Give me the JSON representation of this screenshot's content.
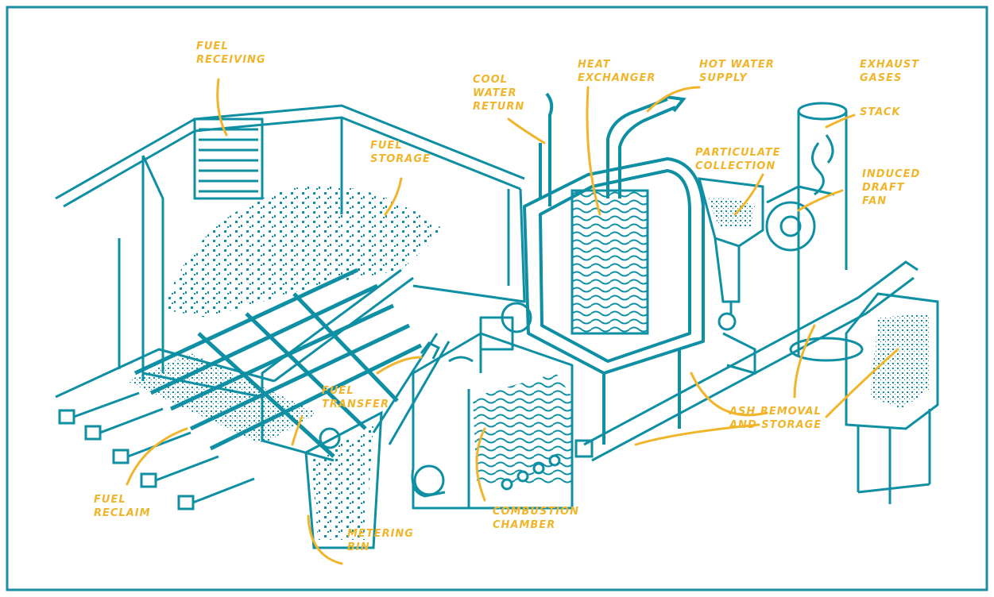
{
  "colors": {
    "line": "#0e8fa3",
    "label": "#f0b52a",
    "frame": "#1a8ea3",
    "background": "#ffffff"
  },
  "labels": {
    "fuel_receiving": [
      "FUEL",
      "RECEIVING"
    ],
    "fuel_storage": [
      "FUEL",
      "STORAGE"
    ],
    "cool_water_return": [
      "COOL",
      "WATER",
      "RETURN"
    ],
    "heat_exchanger": [
      "HEAT",
      "EXCHANGER"
    ],
    "hot_water_supply": [
      "HOT WATER",
      "SUPPLY"
    ],
    "exhaust_gases": [
      "EXHAUST",
      "GASES"
    ],
    "stack": [
      "STACK"
    ],
    "particulate_collection": [
      "PARTICULATE",
      "COLLECTION"
    ],
    "induced_draft_fan": [
      "INDUCED",
      "DRAFT",
      "FAN"
    ],
    "fuel_transfer": [
      "FUEL",
      "TRANSFER"
    ],
    "ash_removal_storage": [
      "ASH REMOVAL",
      "AND STORAGE"
    ],
    "fuel_reclaim": [
      "FUEL",
      "RECLAIM"
    ],
    "metering_bin": [
      "METERING",
      "BIN"
    ],
    "combustion_chamber": [
      "COMBUSTION",
      "CHAMBER"
    ]
  }
}
